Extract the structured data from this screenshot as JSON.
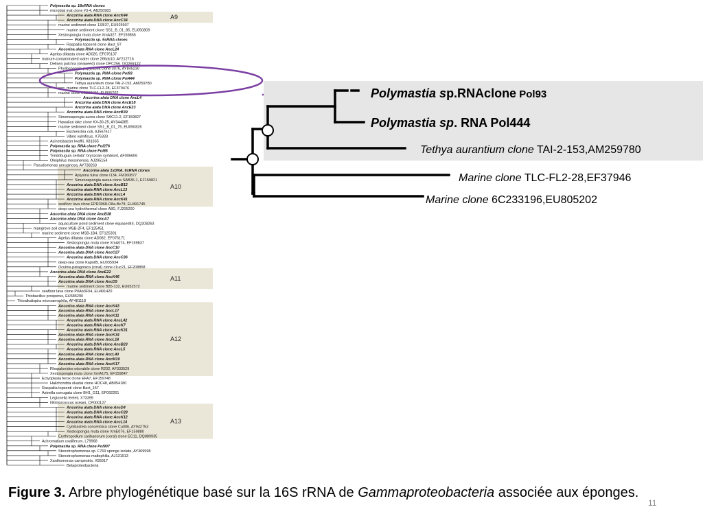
{
  "tree": {
    "rows": [
      {
        "text": "Polymastia sp. 18sRNA clones",
        "bold": true,
        "depth": 5
      },
      {
        "text": "microbial mat clone #3-4, AB250983",
        "bold": false,
        "depth": 5
      },
      {
        "text": "Ancorina alata RNA clone AncK44",
        "bold": true,
        "depth": 7
      },
      {
        "text": "Ancorina alata DNA clone AncC34",
        "bold": true,
        "depth": 7
      },
      {
        "text": "marine sediment clone 133I37, EU925907",
        "bold": false,
        "depth": 6
      },
      {
        "text": "marine sediment clone SS1_B_01_85, EU050809",
        "bold": false,
        "depth": 7
      },
      {
        "text": "Xestospongia muta clone XmA327, EF159865",
        "bold": false,
        "depth": 6
      },
      {
        "text": "Polymastia sp. 5sRNA clones",
        "bold": true,
        "depth": 8
      },
      {
        "text": "Raspailia topsenti clone Bact_97",
        "bold": false,
        "depth": 7
      },
      {
        "text": "Ancorina alata RNA clone AncL24",
        "bold": true,
        "depth": 6
      },
      {
        "text": "Agelas dilatata clone AD026, EF076137",
        "bold": false,
        "depth": 5
      },
      {
        "text": "manure-contaminated water clone 266ds10, AY212716",
        "bold": false,
        "depth": 4
      },
      {
        "text": "Delisea pulchra (seaweed) clone DPC256, DQ269122",
        "bold": false,
        "depth": 5
      },
      {
        "text": "Phyllospongia papyracea clone 3076, AY845230",
        "bold": false,
        "depth": 6
      },
      {
        "text": "Polymastia sp. RNA clone Pol93",
        "bold": true,
        "depth": 8
      },
      {
        "text": "Polymastia sp. RNA clone Pol444",
        "bold": true,
        "depth": 8
      },
      {
        "text": "Tethya aurantium clone TAI-2-153, AM259780",
        "bold": false,
        "depth": 8
      },
      {
        "text": "marine clone TLC-FL2-28, EF379476",
        "bold": false,
        "depth": 7
      },
      {
        "text": "marine clone 6C233196, EU805202",
        "bold": false,
        "depth": 6
      },
      {
        "text": "Ancorina alata DNA clone AncL4",
        "bold": true,
        "depth": 9
      },
      {
        "text": "Ancorina alata DNA clone AncE18",
        "bold": true,
        "depth": 8
      },
      {
        "text": "Ancorina alata DNA clone AncE23",
        "bold": true,
        "depth": 8
      },
      {
        "text": "Ancorina alata DNA clone AncB39",
        "bold": true,
        "depth": 7
      },
      {
        "text": "Simenospongia aurea clone SAC11-2, EF159827",
        "bold": false,
        "depth": 6
      },
      {
        "text": "Hawaiian lake clone KX-30-25, AY344385",
        "bold": false,
        "depth": 6
      },
      {
        "text": "marine sediment clone SS1_B_01_75, EU050826",
        "bold": false,
        "depth": 6
      },
      {
        "text": "Escherichia coli, AJ567617",
        "bold": false,
        "depth": 7
      },
      {
        "text": "Vibrio vulnificus, X76333",
        "bold": false,
        "depth": 7
      },
      {
        "text": "Acinetobacter lwoffii, X81665",
        "bold": false,
        "depth": 5
      },
      {
        "text": "Polymastia sp. RNA clone Pol276",
        "bold": true,
        "depth": 5
      },
      {
        "text": "Polymastia sp. RNA clone Pol85",
        "bold": true,
        "depth": 5
      },
      {
        "text": "\"Endobugula sertula\" bryozoan symbiont, AF006606",
        "bold": false,
        "depth": 5
      },
      {
        "text": "Oleiphilus messinensis, AJ295154",
        "bold": false,
        "depth": 5
      },
      {
        "text": "Pseudomonas aeruginosa, AY738263",
        "bold": false,
        "depth": 3
      },
      {
        "text": "Ancorina alata 1xDNA, 6xRNA clones",
        "bold": true,
        "depth": 9
      },
      {
        "text": "Aplysina fulva clone I134, FM160877",
        "bold": false,
        "depth": 8
      },
      {
        "text": "Simenospongia aurea clone SAB36-1, EF159821",
        "bold": false,
        "depth": 8
      },
      {
        "text": "Ancorina alata DNA clone AncB12",
        "bold": true,
        "depth": 7
      },
      {
        "text": "Ancorina alata RNA clone AncL13",
        "bold": true,
        "depth": 7
      },
      {
        "text": "Ancorina alata DNA clone AncL4",
        "bold": true,
        "depth": 7
      },
      {
        "text": "Ancorina alata RNA clone AncK41",
        "bold": true,
        "depth": 7
      },
      {
        "text": "seafloor lava clone EPR3968-O8a-Bc78, EU491745",
        "bold": false,
        "depth": 6
      },
      {
        "text": "deep-sea hydrothermal clone A8D, FJ205200",
        "bold": false,
        "depth": 6
      },
      {
        "text": "Ancorina alata DNA clone AncB38",
        "bold": true,
        "depth": 5
      },
      {
        "text": "Ancorina alata DNA clone AncA7",
        "bold": true,
        "depth": 5
      },
      {
        "text": "aquaculture pond sediment clone equased44, DQ208263",
        "bold": false,
        "depth": 6
      },
      {
        "text": "mangrove soil clone MSB-2F4, EF125451",
        "bold": false,
        "depth": 3
      },
      {
        "text": "marine sediment clone MSB-1B4, EF125391",
        "bold": false,
        "depth": 4
      },
      {
        "text": "Agelas dilatata clone AD082, EF076171",
        "bold": false,
        "depth": 6
      },
      {
        "text": "Xestospongia muta clone XmA074, EF159837",
        "bold": false,
        "depth": 7
      },
      {
        "text": "Ancorina alata DNA clone AncC10",
        "bold": true,
        "depth": 6
      },
      {
        "text": "Ancorina alata DNA clone AncC27",
        "bold": true,
        "depth": 6
      },
      {
        "text": "Ancorina alata DNA clone AncC36",
        "bold": true,
        "depth": 7
      },
      {
        "text": "deep-sea clone Kapo85, EU035934",
        "bold": false,
        "depth": 6
      },
      {
        "text": "Oculina patagonica (coral) clone c1uc21, EF208858",
        "bold": false,
        "depth": 6
      },
      {
        "text": "Ancorina alata DNA clone AncE22",
        "bold": true,
        "depth": 5
      },
      {
        "text": "Ancorina alata RNA clone AncK46",
        "bold": true,
        "depth": 6
      },
      {
        "text": "Ancorina alata DNA clone AncD5",
        "bold": true,
        "depth": 6
      },
      {
        "text": "marine sediment clone B85-132, EU652572",
        "bold": false,
        "depth": 7
      },
      {
        "text": "seafloor lava clone P0Ab3F04, EU491420",
        "bold": false,
        "depth": 4
      },
      {
        "text": "Thiobacillus prosperus, EU685290",
        "bold": false,
        "depth": 2
      },
      {
        "text": "Thioalkalispira microaerophila, AF481118",
        "bold": false,
        "depth": 1
      },
      {
        "text": "Ancorina alata RNA clone AncK43",
        "bold": true,
        "depth": 6
      },
      {
        "text": "Ancorina alata RNA clone AncL17",
        "bold": true,
        "depth": 6
      },
      {
        "text": "Ancorina alata RNA clone AncK11",
        "bold": true,
        "depth": 6
      },
      {
        "text": "Ancorina alata RNA clone AncL42",
        "bold": true,
        "depth": 7
      },
      {
        "text": "Ancorina alata RNA clone AncK7",
        "bold": true,
        "depth": 7
      },
      {
        "text": "Ancorina alata RNA clone AncK31",
        "bold": true,
        "depth": 7
      },
      {
        "text": "Ancorina alata RNA clone AncK34",
        "bold": true,
        "depth": 6
      },
      {
        "text": "Ancorina alata RNA clone AncL18",
        "bold": true,
        "depth": 6
      },
      {
        "text": "Ancorina alata DNA clone AncB23",
        "bold": true,
        "depth": 7
      },
      {
        "text": "Ancorina alata RNA clone AncL5",
        "bold": true,
        "depth": 7
      },
      {
        "text": "Ancorina alata RNA clone AncL40",
        "bold": true,
        "depth": 6
      },
      {
        "text": "Ancorina alata RNA clone AncM19",
        "bold": true,
        "depth": 6
      },
      {
        "text": "Ancorina alata RNA clone AncK17",
        "bold": true,
        "depth": 6
      },
      {
        "text": "Rhopaloeides odorabile clone R202, AF333529",
        "bold": false,
        "depth": 5
      },
      {
        "text": "Xestospongia muta clone XmA175, EF159847",
        "bold": false,
        "depth": 5
      },
      {
        "text": "Ectyoplasia ferox clone EFA7, EF159748",
        "bold": false,
        "depth": 4
      },
      {
        "text": "Halichondria okadai clone HOC48, AB054180",
        "bold": false,
        "depth": 5
      },
      {
        "text": "Raspailia topsenti clone Bact_157",
        "bold": false,
        "depth": 4
      },
      {
        "text": "Axinella corrugata clone BH1_G11, EF092261",
        "bold": false,
        "depth": 4
      },
      {
        "text": "Legionella feeleii, X73395",
        "bold": false,
        "depth": 5
      },
      {
        "text": "Nitrosococcus oceani, CP000127",
        "bold": false,
        "depth": 5
      },
      {
        "text": "Ancorina alata DNA clone AncD4",
        "bold": true,
        "depth": 7
      },
      {
        "text": "Ancorina alata DNA clone AncC28",
        "bold": true,
        "depth": 7
      },
      {
        "text": "Ancorina alata RNA clone AncK12",
        "bold": true,
        "depth": 7
      },
      {
        "text": "Ancorina alata RNA clone AncL14",
        "bold": true,
        "depth": 7
      },
      {
        "text": "Cymbastela concentrica clone Cu006, AY942753",
        "bold": false,
        "depth": 7
      },
      {
        "text": "Xestospongia muta clone XmE076, EF159880",
        "bold": false,
        "depth": 7
      },
      {
        "text": "Erythropodium caribaeorum (coral) clone EC11, DQ889935",
        "bold": false,
        "depth": 6
      },
      {
        "text": "Achromatium oxaliferum, L79968",
        "bold": false,
        "depth": 4
      },
      {
        "text": "Polymastia sp. RNA clone Pol907",
        "bold": true,
        "depth": 5
      },
      {
        "text": "Stenotrophomonas sp. F769 sponge isolate, AY369998",
        "bold": false,
        "depth": 6
      },
      {
        "text": "Stenotrophomonas maltophilia, AJ131913",
        "bold": false,
        "depth": 6
      },
      {
        "text": "Xanthomonas campestris, X95917",
        "bold": false,
        "depth": 5
      },
      {
        "text": "Betaproteobacteria",
        "bold": false,
        "depth": 7
      }
    ],
    "groups": [
      {
        "label": "A9",
        "from": 2,
        "to": 3
      },
      {
        "label": "A10",
        "from": 34,
        "to": 41
      },
      {
        "label": "A11",
        "from": 55,
        "to": 58
      },
      {
        "label": "A12",
        "from": 62,
        "to": 76
      },
      {
        "label": "A13",
        "from": 83,
        "to": 89
      }
    ],
    "highlight_from": 13,
    "highlight_to": 18
  },
  "zoom": {
    "leaf1_italic": "Polymastia s",
    "leaf1_rest": "p.RNAclone",
    "leaf1_small": " Pol93",
    "leaf2_italic": "Polymastia sp",
    "leaf2_rest": ". RNA Pol444",
    "leaf3_italic": "Tethya aurantium clone",
    "leaf3_rest": " TAI-2-153,AM259780",
    "leaf4_italic": "Marine clone",
    "leaf4_rest": " TLC-FL2-28,EF37946",
    "leaf5_italic": "Marine clone",
    "leaf5_rest": " 6C233196,EU805202",
    "panel_color": "#e6e6e6",
    "arrow_color": "#7b3fa3"
  },
  "caption": {
    "fig_label": "Figure 3.",
    "text_before": " Arbre phylogénétique basé sur la 16S rRNA de ",
    "italic": "Gammaproteobacteria",
    "text_after": " associée aux éponges."
  },
  "page_number": "11"
}
